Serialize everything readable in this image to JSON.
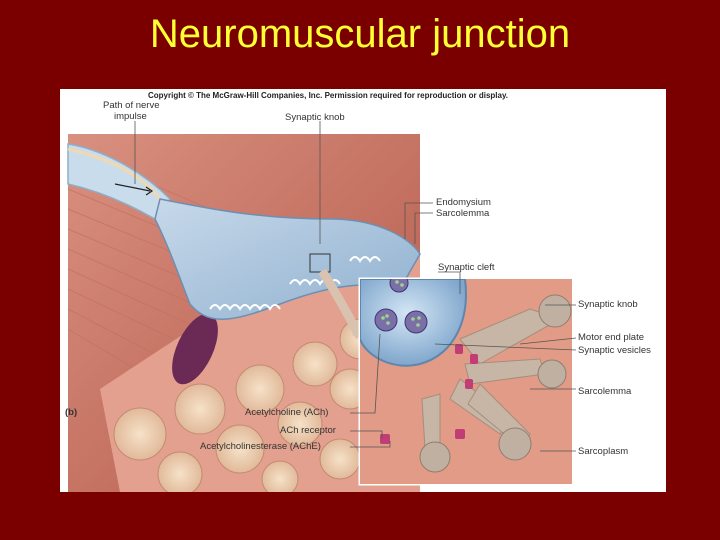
{
  "slide": {
    "title": "Neuromuscular junction"
  },
  "figure": {
    "copyright": "Copyright © The McGraw-Hill Companies, Inc. Permission required for reproduction or display.",
    "panel_letter": "(b)",
    "labels": {
      "path_of_nerve_impulse_line1": "Path of nerve",
      "path_of_nerve_impulse_line2": "impulse",
      "synaptic_knob_top": "Synaptic knob",
      "endomysium": "Endomysium",
      "sarcolemma_top": "Sarcolemma",
      "synaptic_cleft": "Synaptic cleft",
      "synaptic_knob_right": "Synaptic knob",
      "motor_end_plate": "Motor end plate",
      "synaptic_vesicles": "Synaptic vesicles",
      "sarcolemma_right": "Sarcolemma",
      "sarcoplasm": "Sarcoplasm",
      "acetylcholine": "Acetylcholine (ACh)",
      "ach_receptor": "ACh receptor",
      "acetylcholinesterase": "Acetylcholinesterase (AChE)"
    }
  }
}
